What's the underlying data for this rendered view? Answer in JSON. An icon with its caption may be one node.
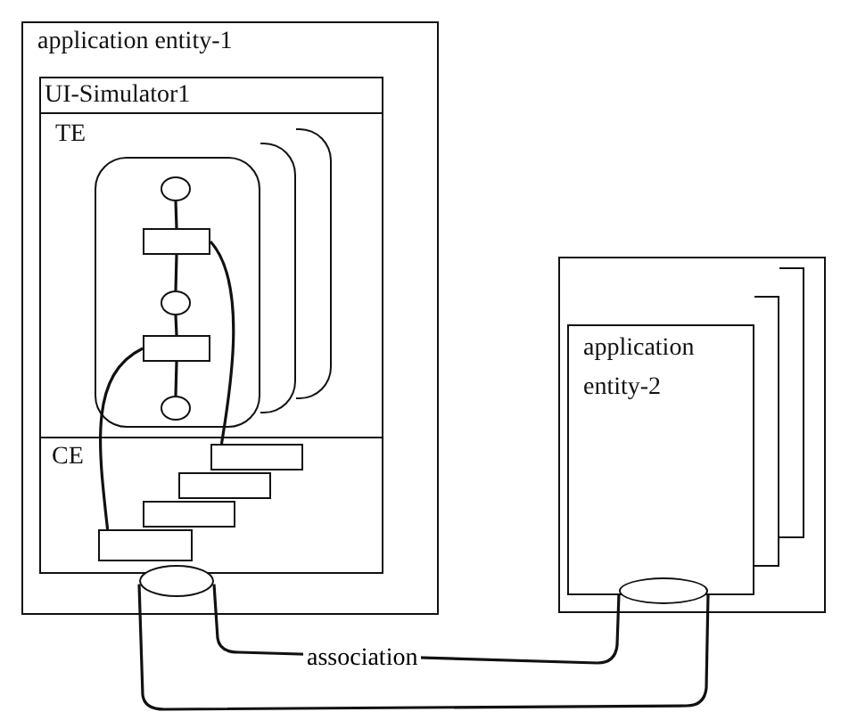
{
  "diagram": {
    "nodes": [
      {
        "text": [
          "application entity-1"
        ]
      },
      {
        "text": [
          "UI-Simulator1"
        ],
        "in": 0
      },
      {
        "text": [
          "TE"
        ],
        "in": 1
      },
      {
        "text": [
          "CE"
        ],
        "in": 1
      },
      {
        "text": [],
        "shape": "box",
        "in": 2
      },
      {
        "text": [],
        "shape": "box",
        "in": 2
      },
      {
        "text": [],
        "shape": "box",
        "in": 2
      },
      {
        "text": [],
        "shape": "circle",
        "in": 6
      },
      {
        "text": [],
        "shape": "box",
        "in": 6
      },
      {
        "text": [],
        "shape": "circle",
        "in": 6
      },
      {
        "text": [],
        "shape": "box",
        "in": 6
      },
      {
        "text": [],
        "shape": "circle",
        "in": 6
      },
      {
        "text": [],
        "shape": "box",
        "in": 3
      },
      {
        "text": [],
        "shape": "box",
        "in": 3
      },
      {
        "text": [],
        "shape": "box",
        "in": 3
      },
      {
        "text": [],
        "shape": "box",
        "in": 3
      },
      {
        "text": [],
        "shape": "ellipse",
        "in": 0
      },
      {
        "text": [],
        "shape": "box"
      },
      {
        "text": [],
        "shape": "box",
        "in": 17
      },
      {
        "text": [],
        "shape": "box",
        "in": 17
      },
      {
        "text": [
          "application entity-2"
        ],
        "in": 17
      },
      {
        "text": [],
        "shape": "ellipse",
        "in": 17
      }
    ],
    "edges": [
      {
        "from": 7,
        "to": 8,
        "arrow": "none"
      },
      {
        "from": 8,
        "to": 9,
        "arrow": "none"
      },
      {
        "from": 9,
        "to": 10,
        "arrow": "none"
      },
      {
        "from": 10,
        "to": 11,
        "arrow": "none"
      },
      {
        "from": 8,
        "to": 12,
        "arrow": "none"
      },
      {
        "from": 10,
        "to": 15,
        "arrow": "none"
      },
      {
        "from": 16,
        "to": 21,
        "arrow": "none",
        "label": "association"
      },
      {
        "from": 16,
        "to": 21,
        "arrow": "none"
      }
    ]
  }
}
